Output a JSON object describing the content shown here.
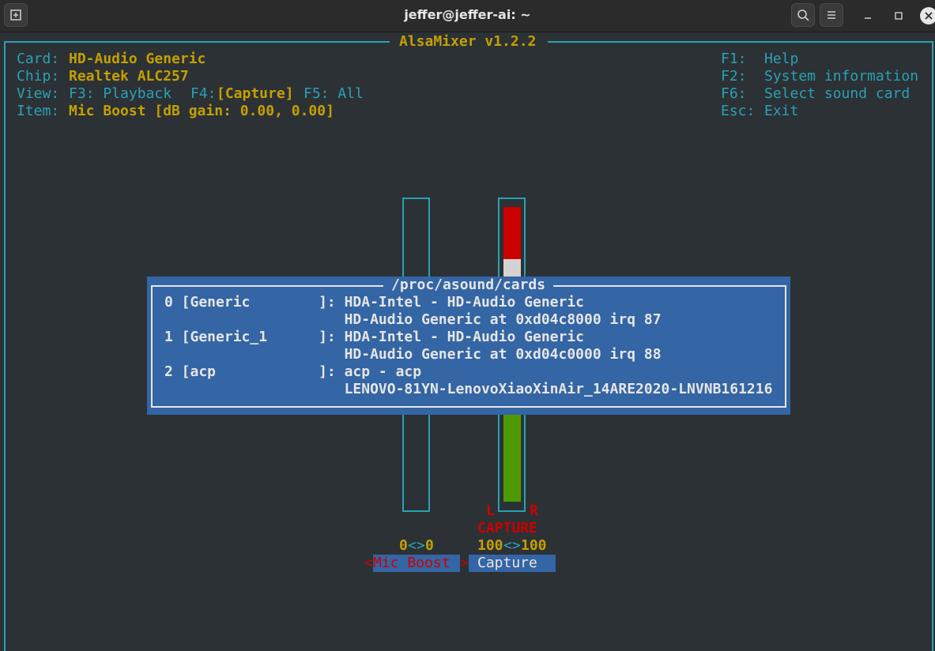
{
  "window": {
    "title": "jeffer@jeffer-ai: ~"
  },
  "mixer": {
    "title": "AlsaMixer v1.2.2",
    "info": {
      "card_label": "Card:",
      "card_value": "HD-Audio Generic",
      "chip_label": "Chip:",
      "chip_value": "Realtek ALC257",
      "view_label": "View:",
      "view_f3": "F3: Playback",
      "view_f4_key": "F4:",
      "view_f4_value": "[Capture]",
      "view_f5": "F5: All",
      "item_label": "Item:",
      "item_value": "Mic Boost [dB gain: 0.00, 0.00]"
    },
    "help": [
      {
        "key": "F1:",
        "label": "Help"
      },
      {
        "key": "F2:",
        "label": "System information"
      },
      {
        "key": "F6:",
        "label": "Select sound card"
      },
      {
        "key": "Esc:",
        "label": "Exit"
      }
    ],
    "controls": [
      {
        "name": "Mic Boost",
        "left_value": "0",
        "right_value": "0",
        "separator": "<>",
        "level_fraction": 0,
        "selected": true,
        "left_arrow": "<",
        "right_arrow": ">"
      },
      {
        "name": "Capture",
        "left_value": "100",
        "right_value": "100",
        "separator": "<>",
        "level_fraction": 1.0,
        "channel_left": "L",
        "channel_right": "R",
        "capture_label": "CAPTURE",
        "selected": false
      }
    ],
    "colors": {
      "background": "#2c3135",
      "frame": "#2aa1b3",
      "value": "#c4a000",
      "alert": "#cc0000",
      "popup": "#3465a4",
      "bar_green": "#4e9a06",
      "bar_white": "#d3d3d3",
      "bar_red": "#cc0000"
    }
  },
  "popup": {
    "title": "/proc/asound/cards",
    "lines": [
      "0 [Generic        ]: HDA-Intel - HD-Audio Generic",
      "                     HD-Audio Generic at 0xd04c8000 irq 87",
      "1 [Generic_1      ]: HDA-Intel - HD-Audio Generic",
      "                     HD-Audio Generic at 0xd04c0000 irq 88",
      "2 [acp            ]: acp - acp",
      "                     LENOVO-81YN-LenovoXiaoXinAir_14ARE2020-LNVNB161216"
    ]
  }
}
